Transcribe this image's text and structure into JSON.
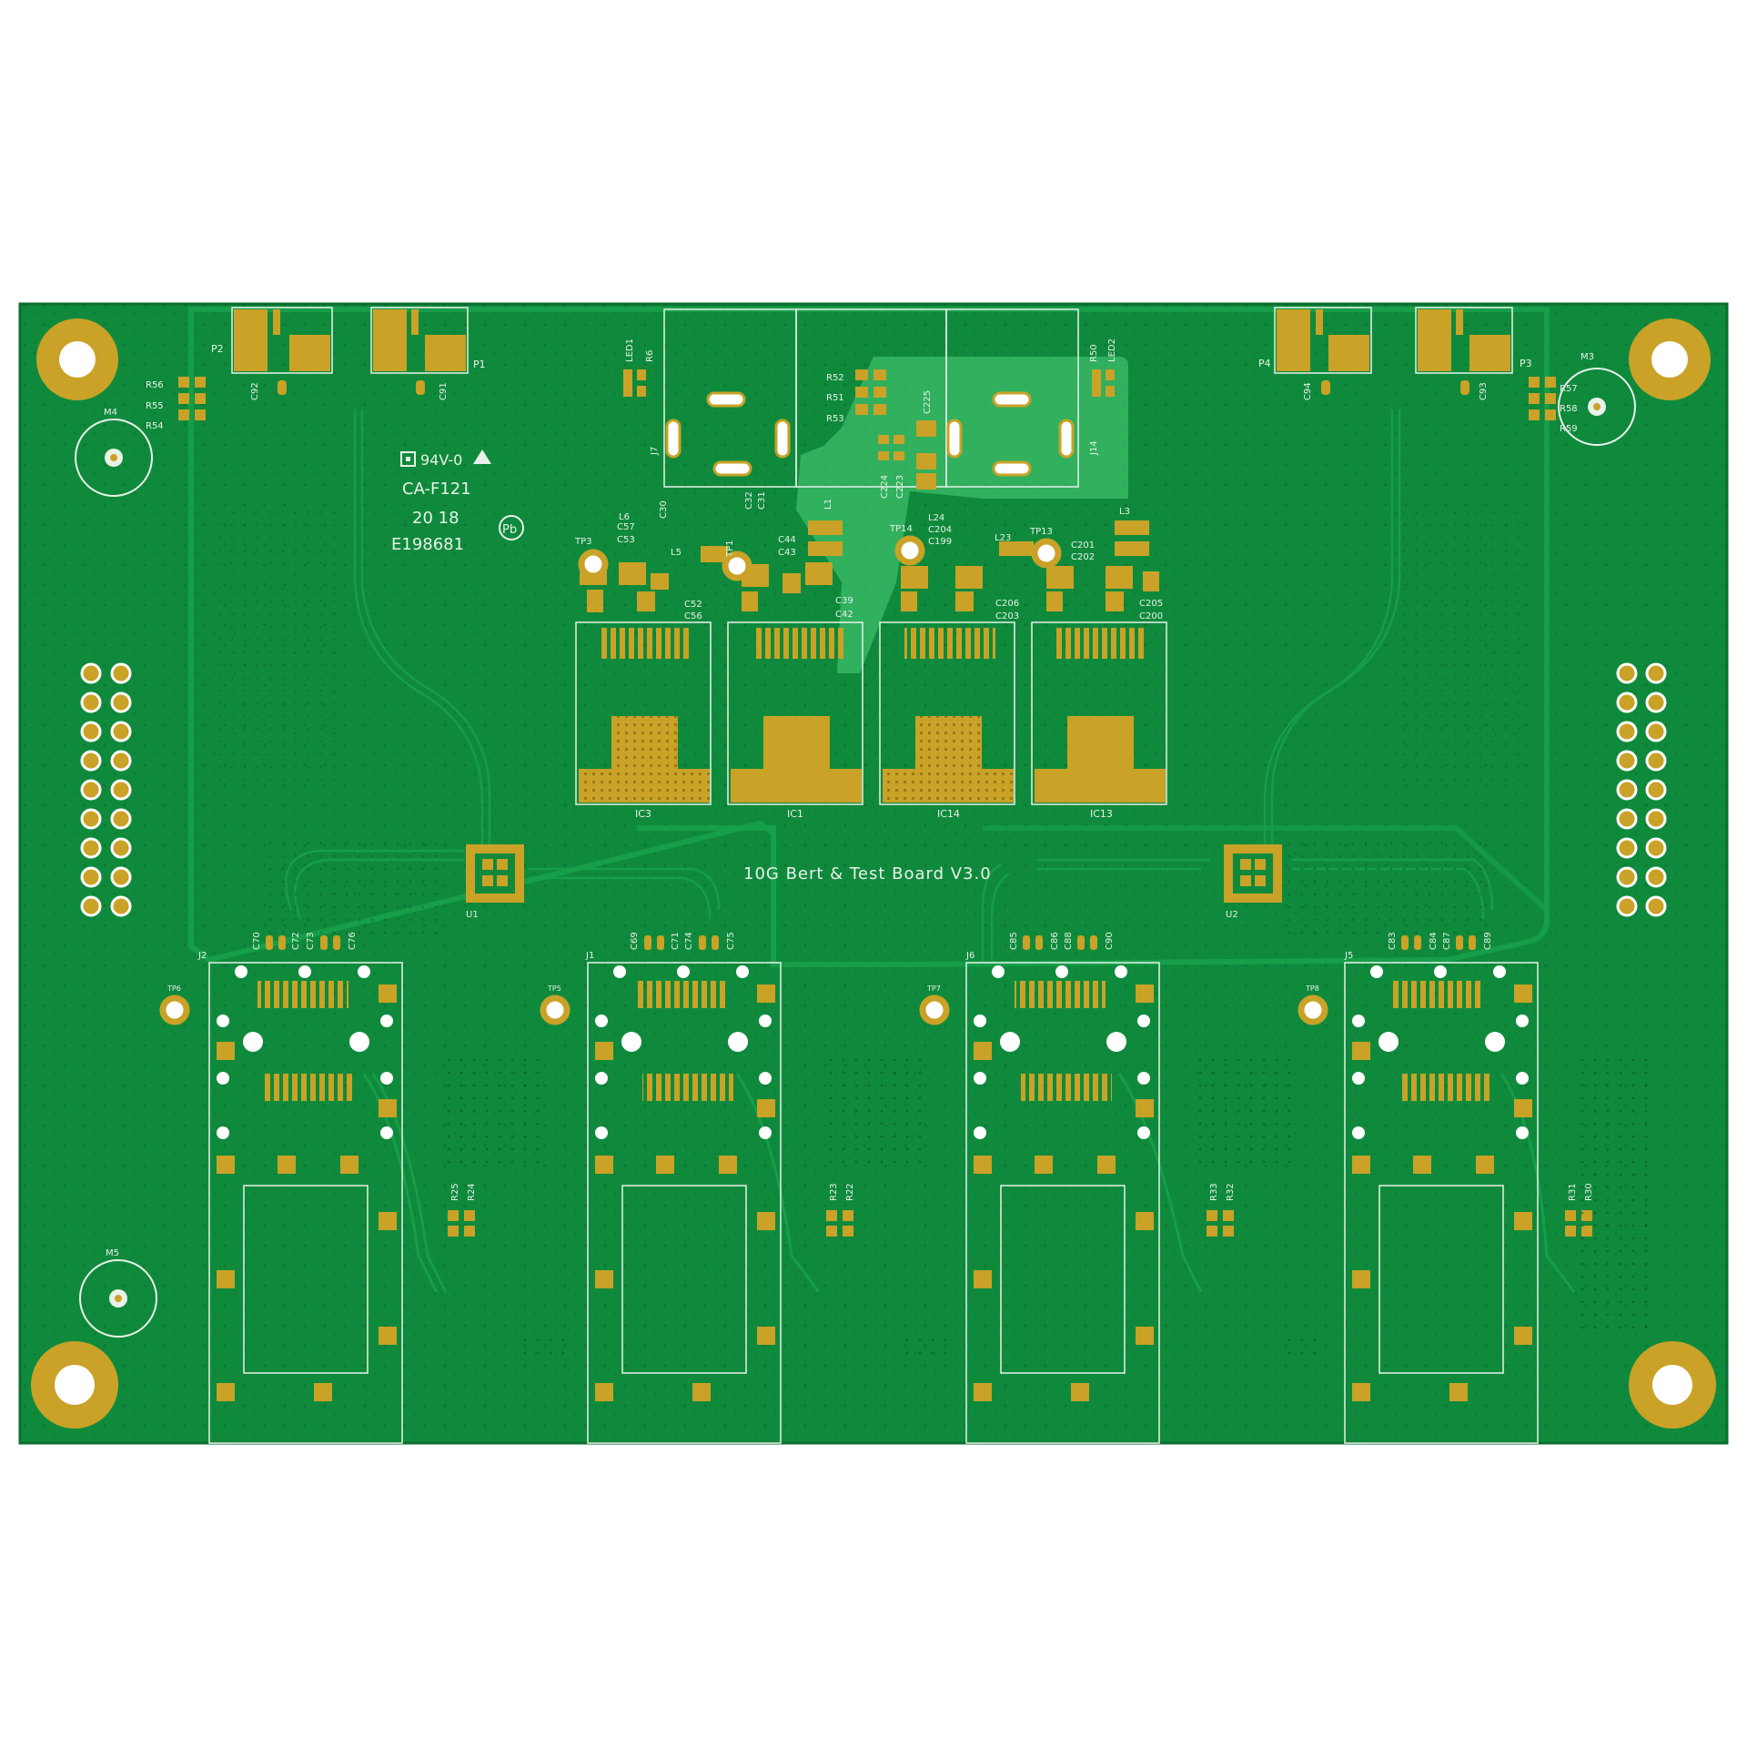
{
  "colors": {
    "background": "#ffffff",
    "board": "#0f8a3c",
    "board_edge": "#0b6e2f",
    "plane": "#129a45",
    "trace": "#17a04a",
    "highlight": "#4ed07a",
    "gold": "#c9a227",
    "gold_dark": "#a5831a",
    "silkscreen": "#e8f2e8",
    "via": "#0a4d22"
  },
  "board": {
    "title": "10G Bert & Test Board V3.0"
  },
  "markings": {
    "ul_rating": "94V-0",
    "ul_code": "CA-F121",
    "year": "20 18",
    "file_number": "E198681",
    "rohs": "Pb"
  },
  "labels": {
    "power_jacks": [
      "P1",
      "P2",
      "P3",
      "P4"
    ],
    "mount_holes": [
      "M3",
      "M4",
      "M5"
    ],
    "leds": [
      "LED1",
      "LED2"
    ],
    "jacks": [
      "J7",
      "J14"
    ],
    "regulators": [
      "IC3",
      "IC1",
      "IC14",
      "IC13"
    ],
    "chips": [
      "U1",
      "U2"
    ],
    "modules": [
      "J2",
      "J1",
      "J6",
      "J5"
    ],
    "test_points": [
      "TP3",
      "TP1",
      "TP14",
      "TP13",
      "TP6",
      "TP5",
      "TP7",
      "TP8"
    ],
    "inductors": [
      "L6",
      "L5",
      "L1",
      "L24",
      "L23",
      "L3"
    ],
    "resistors_left": [
      "R56",
      "R55",
      "R54"
    ],
    "resistors_right": [
      "R57",
      "R58",
      "R59"
    ],
    "resistors_center": [
      "R52",
      "R51",
      "R53"
    ],
    "resistor_led1": "R6",
    "resistor_led2": "R50",
    "resistor_pairs": [
      [
        "R25",
        "R24"
      ],
      [
        "R23",
        "R22"
      ],
      [
        "R33",
        "R32"
      ],
      [
        "R31",
        "R30"
      ]
    ],
    "caps_top": [
      "C92",
      "C91",
      "C94",
      "C93"
    ],
    "caps_center": [
      "C225",
      "C224",
      "C223"
    ],
    "caps_group1": [
      "C57",
      "C53",
      "C52",
      "C56"
    ],
    "caps_group2": [
      "C30",
      "C32",
      "C31",
      "C44",
      "C43",
      "C39",
      "C42"
    ],
    "caps_group3": [
      "C204",
      "C199",
      "C206",
      "C203"
    ],
    "caps_group4": [
      "C201",
      "C202",
      "C205",
      "C200"
    ],
    "caps_modules": [
      [
        "C70",
        "C72",
        "C73",
        "C76"
      ],
      [
        "C69",
        "C71",
        "C74",
        "C75"
      ],
      [
        "C85",
        "C86",
        "C88",
        "C90"
      ],
      [
        "C83",
        "C84",
        "C87",
        "C89"
      ]
    ]
  }
}
